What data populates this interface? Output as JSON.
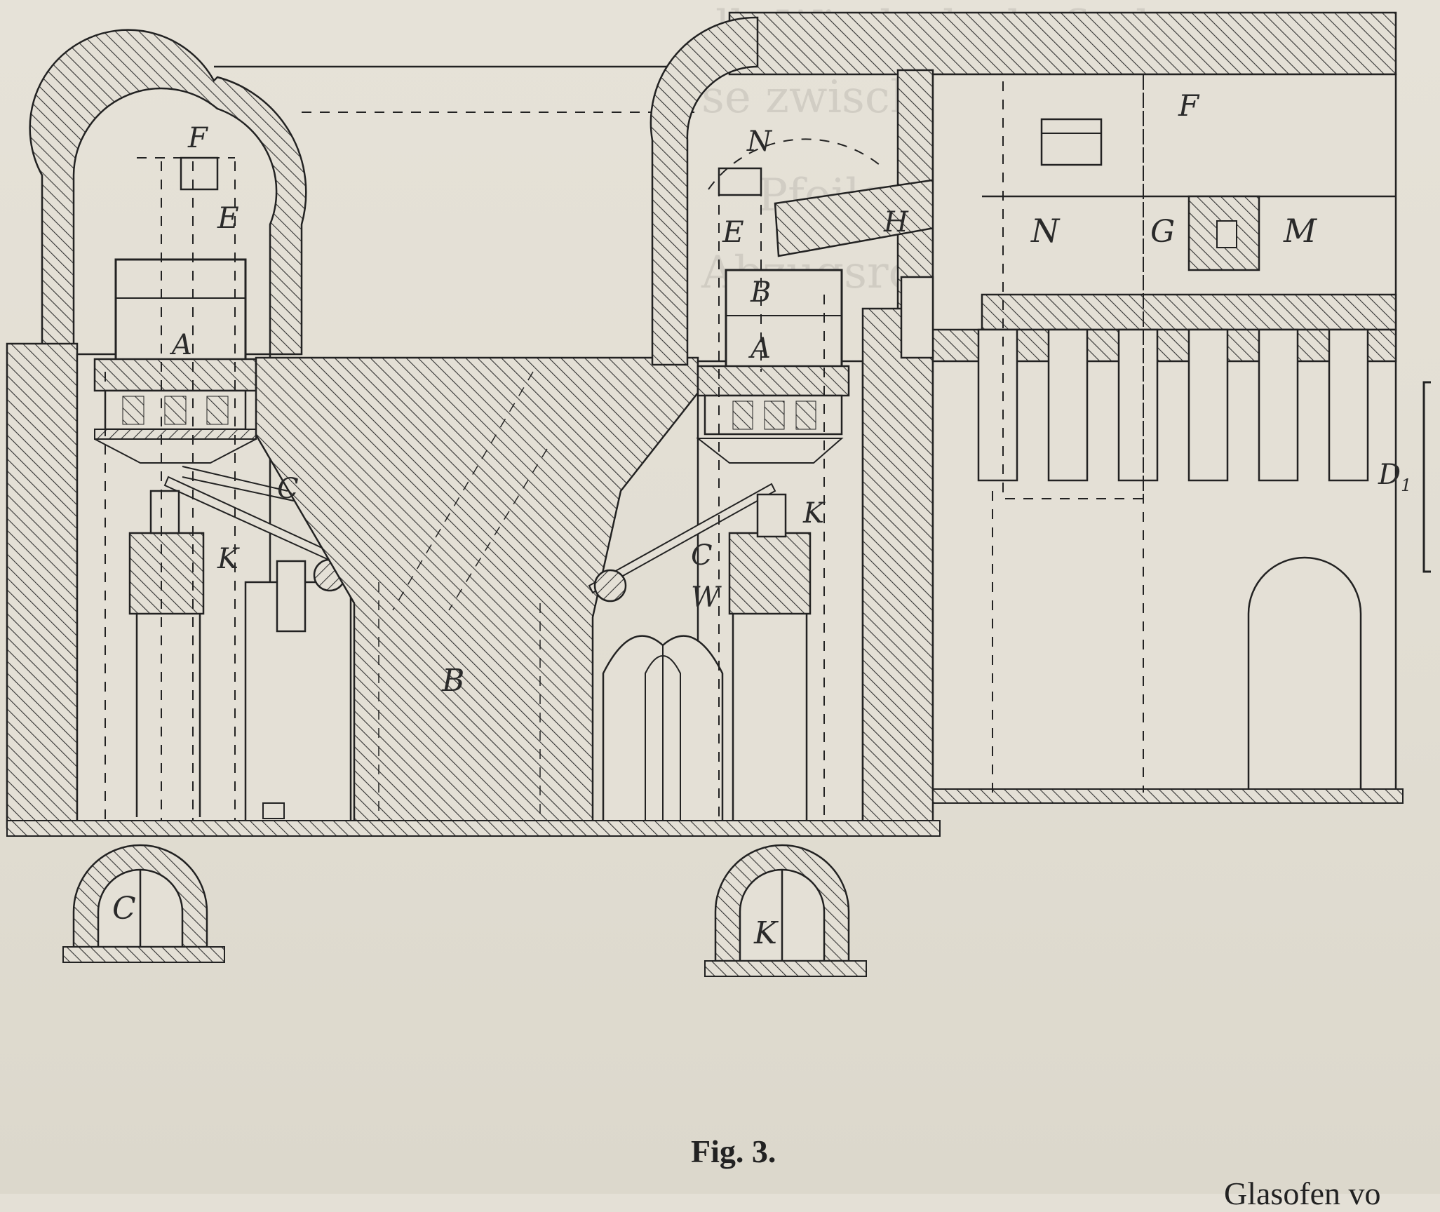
{
  "figure": {
    "caption": "Fig. 3.",
    "footer_text": "Glasofen vo",
    "labels": {
      "F_left": "F",
      "E_left": "E",
      "A_left": "A",
      "C_left": "C",
      "K_left": "K",
      "B_center": "B",
      "N_top": "N",
      "E_right": "E",
      "B_right": "B",
      "A_right": "A",
      "C_right": "C",
      "W_right": "W",
      "K_right": "K",
      "H_flue": "H",
      "F_right": "F",
      "N_right": "N",
      "G_right": "G",
      "M_right": "M",
      "D1": "D",
      "D1_sub": "1",
      "C_bottom": "C",
      "K_bottom": "K"
    }
  }
}
